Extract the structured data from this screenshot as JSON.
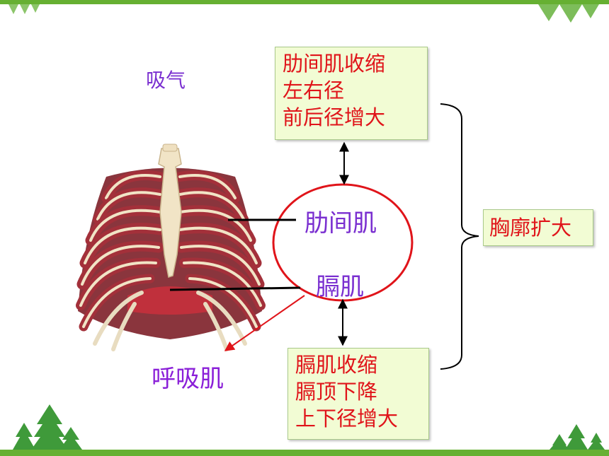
{
  "inhale_label": "吸气",
  "respiratory_muscles_label": "呼吸肌",
  "intercostal_label": "肋间肌",
  "diaphragm_label": "膈肌",
  "intercostal_box": {
    "line1": "肋间肌收缩",
    "line2": "左右径",
    "line3": "前后径增大"
  },
  "diaphragm_box": {
    "line1": "膈肌收缩",
    "line2": "膈顶下降",
    "line3": "上下径增大"
  },
  "result_box": "胸廓扩大",
  "colors": {
    "accent_green": "#66b032",
    "purple_text": "#7a2fd0",
    "red_text": "#e0141a",
    "box_fill": "#f2fcd4",
    "circle": "#e0141a",
    "rib_red": "#a3303a",
    "bone": "#f1e4c6"
  }
}
